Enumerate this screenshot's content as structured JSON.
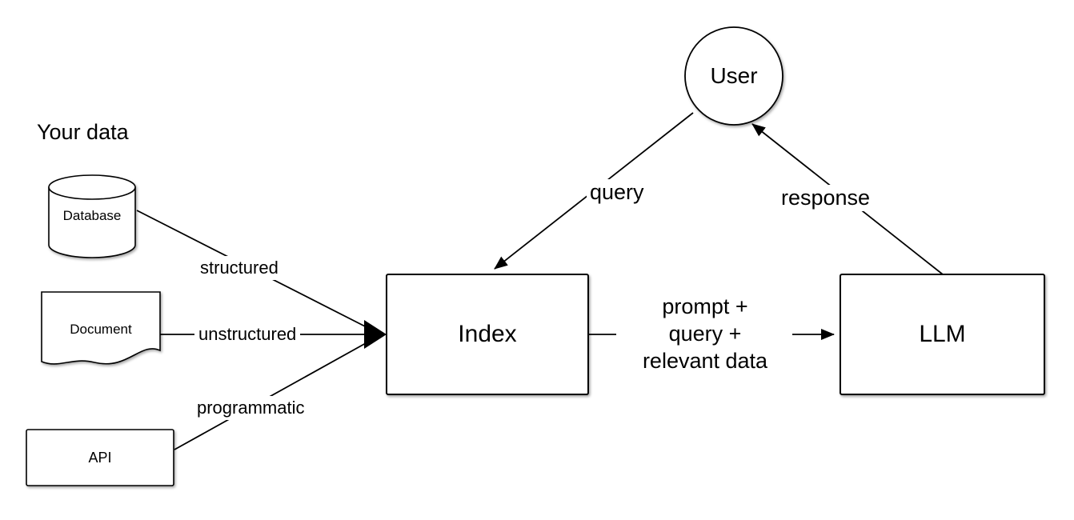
{
  "diagram": {
    "heading": "Your data",
    "nodes": {
      "user": {
        "label": "User"
      },
      "database": {
        "label": "Database"
      },
      "document": {
        "label": "Document"
      },
      "api": {
        "label": "API"
      },
      "index": {
        "label": "Index"
      },
      "llm": {
        "label": "LLM"
      }
    },
    "edges": {
      "structured": {
        "label": "structured"
      },
      "unstructured": {
        "label": "unstructured"
      },
      "programmatic": {
        "label": "programmatic"
      },
      "query": {
        "label": "query"
      },
      "response": {
        "label": "response"
      },
      "index_to_llm": {
        "label": "prompt +\nquery +\nrelevant data"
      }
    },
    "colors": {
      "line": "#000000",
      "shape_fill": "#ffffff",
      "background": "#ffffff"
    }
  }
}
